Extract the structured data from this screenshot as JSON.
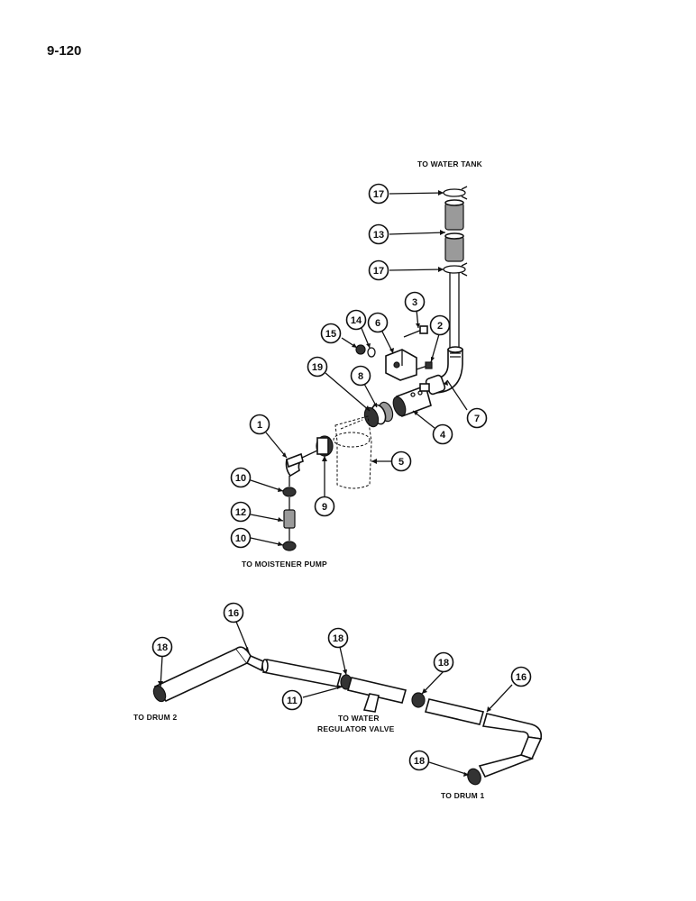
{
  "page": {
    "number": "9-120"
  },
  "labels": {
    "to_water_tank": "TO WATER TANK",
    "to_moistener_pump": "TO MOISTENER PUMP",
    "to_drum_2": "TO DRUM 2",
    "to_water_regulator_line1": "TO WATER",
    "to_water_regulator_line2": "REGULATOR VALVE",
    "to_drum_1": "TO DRUM 1"
  },
  "callouts": [
    {
      "id": "17a",
      "number": "17"
    },
    {
      "id": "13",
      "number": "13"
    },
    {
      "id": "17b",
      "number": "17"
    },
    {
      "id": "3",
      "number": "3"
    },
    {
      "id": "14",
      "number": "14"
    },
    {
      "id": "6",
      "number": "6"
    },
    {
      "id": "2",
      "number": "2"
    },
    {
      "id": "15",
      "number": "15"
    },
    {
      "id": "19",
      "number": "19"
    },
    {
      "id": "8",
      "number": "8"
    },
    {
      "id": "7",
      "number": "7"
    },
    {
      "id": "1",
      "number": "1"
    },
    {
      "id": "4",
      "number": "4"
    },
    {
      "id": "5",
      "number": "5"
    },
    {
      "id": "10a",
      "number": "10"
    },
    {
      "id": "9",
      "number": "9"
    },
    {
      "id": "12",
      "number": "12"
    },
    {
      "id": "10b",
      "number": "10"
    },
    {
      "id": "16a",
      "number": "16"
    },
    {
      "id": "18a",
      "number": "18"
    },
    {
      "id": "18b",
      "number": "18"
    },
    {
      "id": "18c",
      "number": "18"
    },
    {
      "id": "16b",
      "number": "16"
    },
    {
      "id": "11",
      "number": "11"
    },
    {
      "id": "18d",
      "number": "18"
    }
  ]
}
